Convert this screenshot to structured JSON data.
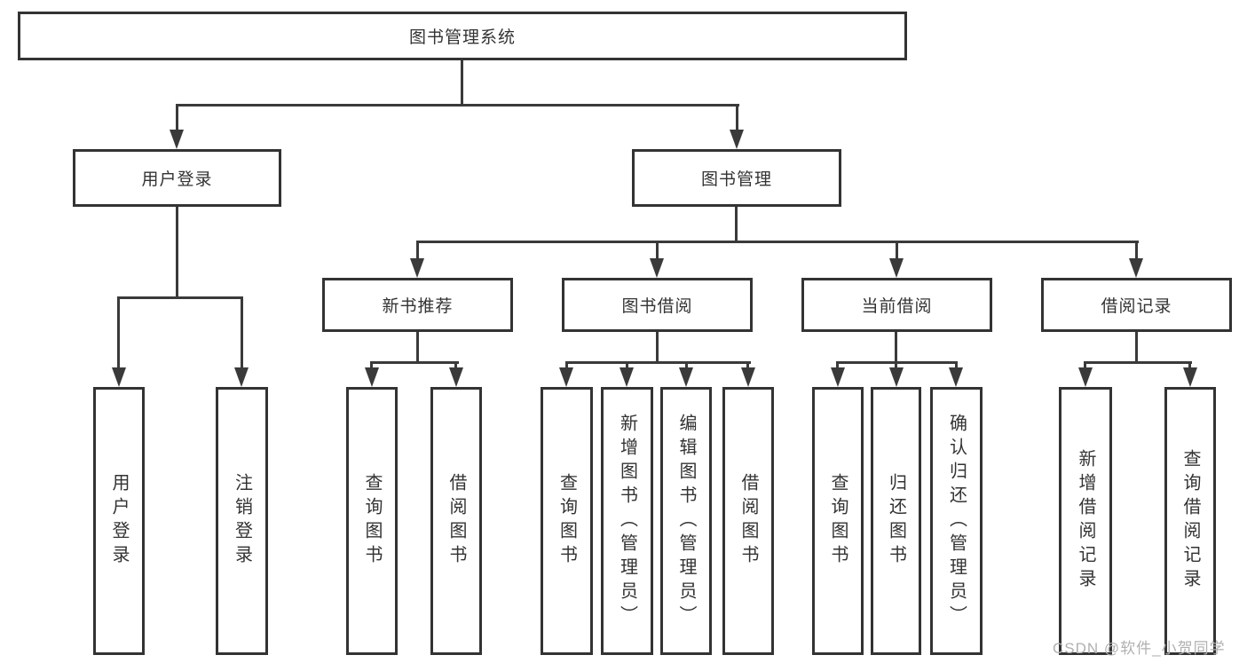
{
  "tree": {
    "root": "图书管理系统",
    "user_login": {
      "label": "用户登录",
      "children": [
        "用户登录",
        "注销登录"
      ]
    },
    "book_mgmt": {
      "label": "图书管理",
      "groups": [
        {
          "label": "新书推荐",
          "children": [
            "查询图书",
            "借阅图书"
          ]
        },
        {
          "label": "图书借阅",
          "children": [
            "查询图书",
            "新增图书（管理员）",
            "编辑图书（管理员）",
            "借阅图书"
          ]
        },
        {
          "label": "当前借阅",
          "children": [
            "查询图书",
            "归还图书",
            "确认归还（管理员）"
          ]
        },
        {
          "label": "借阅记录",
          "children": [
            "新增借阅记录",
            "查询借阅记录"
          ]
        }
      ]
    }
  },
  "watermark": "CSDN @软件_小贺同学",
  "colors": {
    "line": "#3a3a3a",
    "text": "#333333",
    "box_background": "#ffffff",
    "watermark": "#b0b0b0"
  }
}
